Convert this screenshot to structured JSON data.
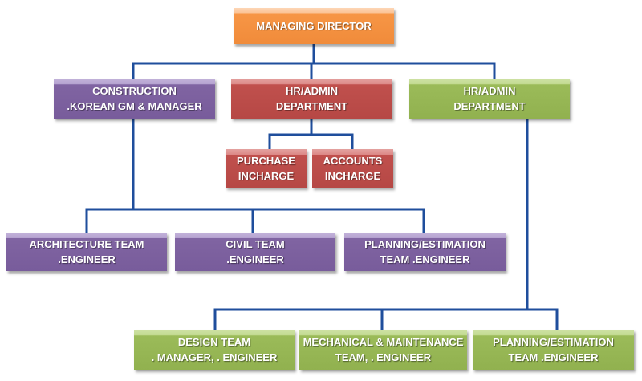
{
  "colors": {
    "connector": "#1f4e9c",
    "orange": "#f79646",
    "purple": "#8064a2",
    "red": "#c0504d",
    "green": "#9bbb59"
  },
  "nodes": {
    "managing_director": {
      "line1": "MANAGING DIRECTOR"
    },
    "construction": {
      "line1": "CONSTRUCTION",
      "line2": ".KOREAN GM & MANAGER"
    },
    "hr_admin_1": {
      "line1": "HR/ADMIN",
      "line2": "DEPARTMENT"
    },
    "hr_admin_2": {
      "line1": "HR/ADMIN",
      "line2": "DEPARTMENT"
    },
    "purchase": {
      "line1": "PURCHASE",
      "line2": "INCHARGE"
    },
    "accounts": {
      "line1": "ACCOUNTS",
      "line2": "INCHARGE"
    },
    "architecture": {
      "line1": "ARCHITECTURE TEAM",
      "line2": ".ENGINEER"
    },
    "civil": {
      "line1": "CIVIL TEAM",
      "line2": ".ENGINEER"
    },
    "planning_estimation_1": {
      "line1": "PLANNING/ESTIMATION",
      "line2": "TEAM .ENGINEER"
    },
    "design": {
      "line1": "DESIGN TEAM",
      "line2": ". MANAGER, . ENGINEER"
    },
    "mechanical": {
      "line1": "MECHANICAL & MAINTENANCE",
      "line2": "TEAM, . ENGINEER"
    },
    "planning_estimation_2": {
      "line1": "PLANNING/ESTIMATION",
      "line2": "TEAM .ENGINEER"
    }
  }
}
